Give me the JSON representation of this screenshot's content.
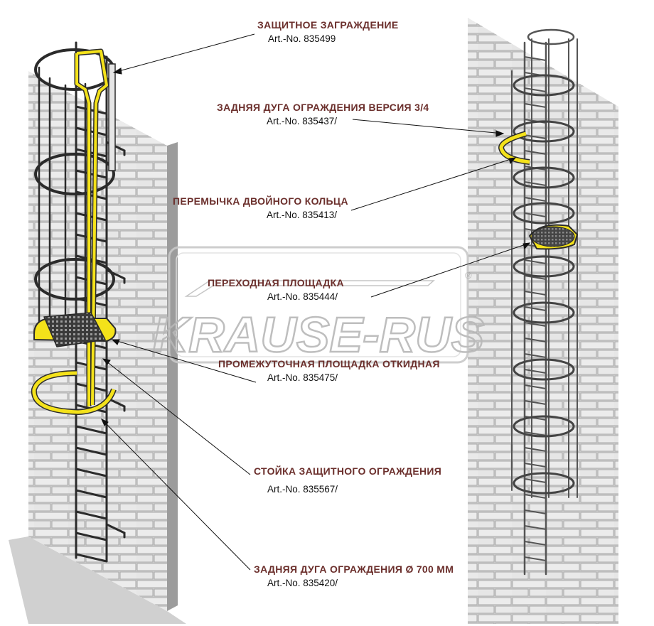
{
  "watermark": {
    "text": "KRAUSE-RUS",
    "registered": "®"
  },
  "labels": [
    {
      "id": "protective-barrier",
      "title": "ЗАЩИТНОЕ ЗАГРАЖДЕНИЕ",
      "art": "Art.-No. 835499"
    },
    {
      "id": "rear-arc-34",
      "title": "ЗАДНЯЯ ДУГА ОГРАЖДЕНИЯ ВЕРСИЯ 3/4",
      "art": "Art.-No. 835437/"
    },
    {
      "id": "double-ring-jumper",
      "title": "ПЕРЕМЫЧКА ДВОЙНОГО КОЛЬЦА",
      "art": "Art.-No. 835413/"
    },
    {
      "id": "transition-platform",
      "title": "ПЕРЕХОДНАЯ ПЛОЩАДКА",
      "art": "Art.-No. 835444/"
    },
    {
      "id": "folding-platform",
      "title": "ПРОМЕЖУТОЧНАЯ ПЛОЩАДКА ОТКИДНАЯ",
      "art": "Art.-No. 835475/"
    },
    {
      "id": "guard-post",
      "title": "СТОЙКА ЗАЩИТНОГО ОГРАЖДЕНИЯ",
      "art": "Art.-No. 835567/"
    },
    {
      "id": "rear-arc-700",
      "title": "ЗАДНЯЯ ДУГА ОГРАЖДЕНИЯ Ø 700 ММ",
      "art": "Art.-No. 835420/"
    }
  ]
}
